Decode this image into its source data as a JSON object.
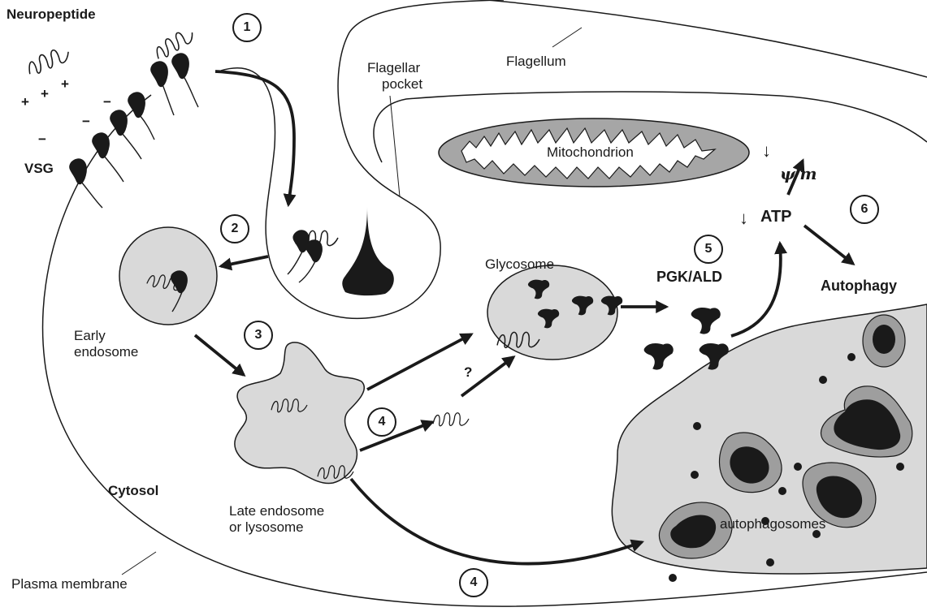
{
  "labels": {
    "neuropeptide": "Neuropeptide",
    "vsg": "VSG",
    "flagellar_pocket_1": "Flagellar",
    "flagellar_pocket_2": "pocket",
    "flagellum": "Flagellum",
    "mitochondrion": "Mitochondrion",
    "psi_symbol": "ψ",
    "psi_m": "m",
    "atp": "ATP",
    "glycosome": "Glycosome",
    "pgk_ald": "PGK/ALD",
    "autophagy": "Autophagy",
    "early_endosome_1": "Early",
    "early_endosome_2": "endosome",
    "late_endosome_1": "Late endosome",
    "late_endosome_2": "or lysosome",
    "question": "?",
    "cytosol": "Cytosol",
    "autophagosomes": "autophagosomes",
    "plasma_membrane": "Plasma membrane",
    "down_arrow": "↓"
  },
  "charges": [
    "+",
    "+",
    "+",
    "−",
    "−",
    "−"
  ],
  "steps": [
    "1",
    "2",
    "3",
    "4",
    "4",
    "5",
    "6"
  ],
  "colors": {
    "line": "#1a1a1a",
    "organelle_fill": "#d9d9d9",
    "mitochondrion_fill": "#a6a6a6",
    "autophago_fill": "#cfcfcf",
    "autophago_ring": "#9e9e9e",
    "background": "#ffffff"
  }
}
